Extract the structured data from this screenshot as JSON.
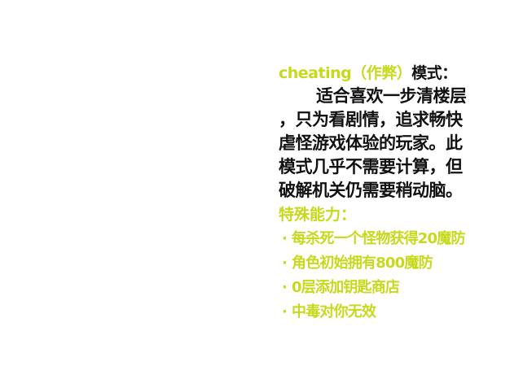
{
  "mode": {
    "name": "cheating（作弊）",
    "suffix": "模式：",
    "description_lines": [
      "适合喜欢一步清楼层",
      "，只为看剧情，追求畅快",
      "虐怪游戏体验的玩家。此",
      "模式几乎不需要计算，但",
      "破解机关仍需要稍动脑。"
    ]
  },
  "abilities": {
    "title": "特殊能力：",
    "bullet": "·",
    "items": [
      "每杀死一个怪物获得20魔防",
      "角色初始拥有800魔防",
      "0层添加钥匙商店",
      "中毒对你无效"
    ]
  },
  "colors": {
    "accent": "#c7d91c",
    "text": "#111111",
    "background": "#ffffff"
  }
}
